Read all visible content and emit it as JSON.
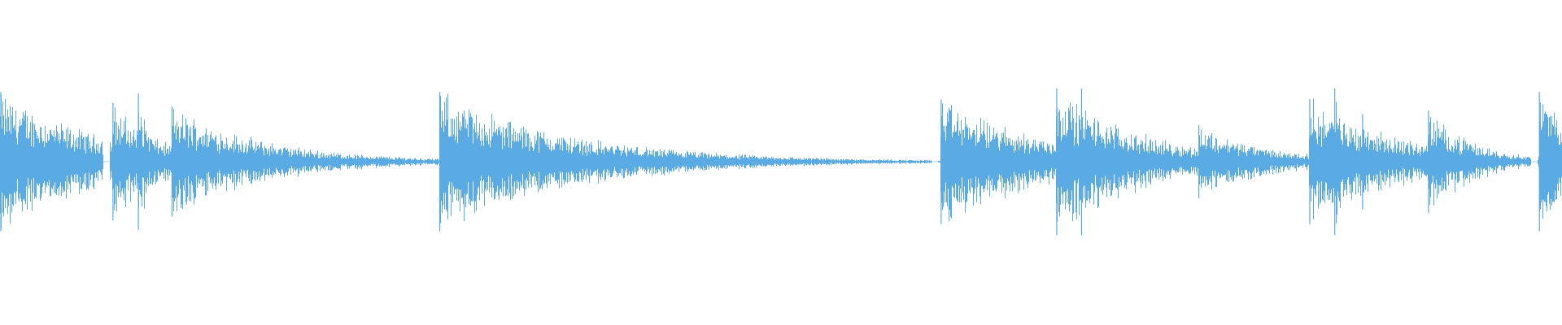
{
  "waveform": {
    "color": "#5aaae4",
    "duration_seconds": 1.0,
    "peak_level": 1.0,
    "events": [
      {
        "time": 0.0,
        "amplitude": 0.95,
        "decay": 0.065
      },
      {
        "time": 0.0718,
        "amplitude": 0.8,
        "decay": 0.03
      },
      {
        "time": 0.0881,
        "amplitude": 0.93,
        "decay": 0.01
      },
      {
        "time": 0.1096,
        "amplitude": 0.75,
        "decay": 0.06
      },
      {
        "time": 0.281,
        "amplitude": 0.95,
        "decay": 0.085
      },
      {
        "time": 0.602,
        "amplitude": 0.85,
        "decay": 0.07
      },
      {
        "time": 0.676,
        "amplitude": 1.0,
        "decay": 0.055
      },
      {
        "time": 0.6919,
        "amplitude": 1.0,
        "decay": 0.008
      },
      {
        "time": 0.767,
        "amplitude": 0.5,
        "decay": 0.045
      },
      {
        "time": 0.838,
        "amplitude": 0.85,
        "decay": 0.06
      },
      {
        "time": 0.854,
        "amplitude": 1.0,
        "decay": 0.008
      },
      {
        "time": 0.8718,
        "amplitude": 0.65,
        "decay": 0.012
      },
      {
        "time": 0.914,
        "amplitude": 0.7,
        "decay": 0.03
      },
      {
        "time": 0.985,
        "amplitude": 0.95,
        "decay": 0.05
      }
    ],
    "gaps": [
      [
        0.066,
        0.07
      ],
      [
        0.596,
        0.6
      ],
      [
        0.98,
        0.984
      ]
    ]
  }
}
